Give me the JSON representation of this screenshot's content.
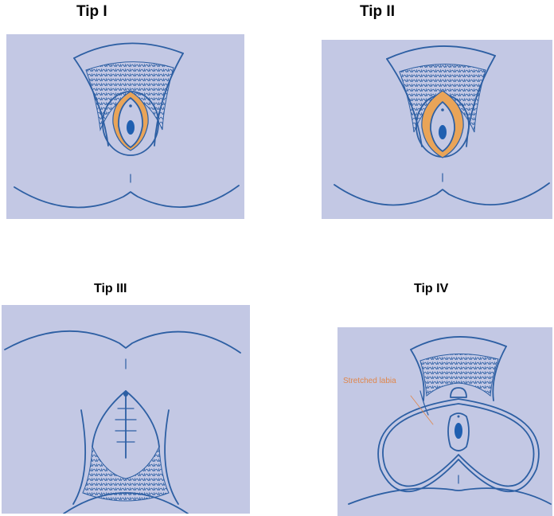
{
  "diagrams": [
    {
      "label": "Tip I"
    },
    {
      "label": "Tip II"
    },
    {
      "label": "Tip III"
    },
    {
      "label": "Tip IV",
      "annotation": "Stretched labia"
    }
  ],
  "colors": {
    "panel_background": "#c3c8e4",
    "line": "#2d5fa3",
    "highlight": "#e9a458",
    "annotation_text": "#e0864a"
  },
  "icons": [
    "hair-texture-icon"
  ]
}
